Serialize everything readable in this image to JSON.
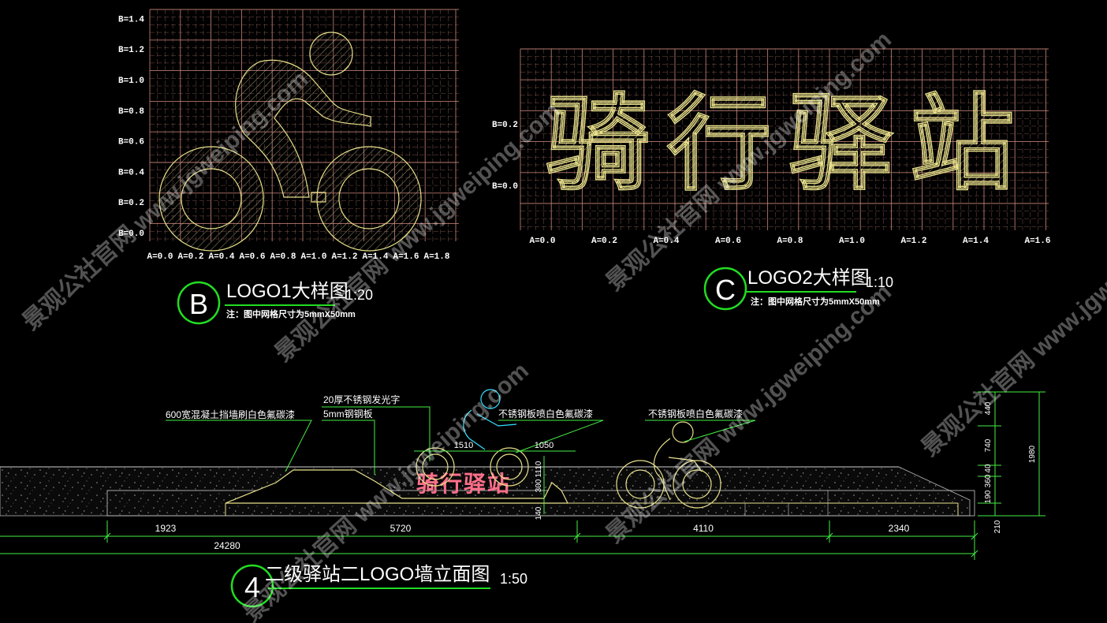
{
  "panel_b": {
    "badge": "B",
    "title": "LOGO1大样图",
    "scale": "1:20",
    "note": "注：图中网格尺寸为5mmX50mm",
    "y_labels": [
      "B=0.0",
      "B=0.2",
      "B=0.4",
      "B=0.6",
      "B=0.8",
      "B=1.0",
      "B=1.2",
      "B=1.4"
    ],
    "x_labels": [
      "A=0.0",
      "A=0.2",
      "A=0.4",
      "A=0.6",
      "A=0.8",
      "A=1.0",
      "A=1.2",
      "A=1.4",
      "A=1.6",
      "A=1.8"
    ]
  },
  "panel_c": {
    "badge": "C",
    "title": "LOGO2大样图",
    "scale": "1:10",
    "note": "注：图中网格尺寸为5mmX50mm",
    "logo_text": "骑行驿站",
    "y_labels": [
      "B=0.0",
      "B=0.2"
    ],
    "x_labels": [
      "A=0.0",
      "A=0.2",
      "A=0.4",
      "A=0.6",
      "A=0.8",
      "A=1.0",
      "A=1.2",
      "A=1.4",
      "A=1.6"
    ]
  },
  "panel_4": {
    "badge": "4",
    "title": "二级驿站二LOGO墙立面图",
    "scale": "1:50",
    "wall_text": "骑行驿站",
    "callouts": [
      "600宽混凝土挡墙刷白色氟碳漆",
      "20厚不锈钢发光字",
      "5mm钢钢板",
      "不锈钢板喷白色氟碳漆",
      "不锈钢板喷白色氟碳漆"
    ],
    "inner_dims": [
      "1510",
      "1050",
      "1110",
      "300",
      "140"
    ],
    "bottom_dims": [
      "1923",
      "5720",
      "4110",
      "2340"
    ],
    "total_dim": "24280",
    "right_dims": [
      "440",
      "740",
      "40",
      "360",
      "190",
      "210"
    ],
    "right_total": "1980"
  },
  "watermark": "景观公社官网 www.jgweiping.com",
  "colors": {
    "grid_pink": "#c9857a",
    "outline_yellow": "#e8e08a",
    "label_white": "#ffffff",
    "badge_green": "#22dd22",
    "dim_green": "#44ee44",
    "wall_pink": "#ff6f8a",
    "cyan": "#33e0ff"
  }
}
